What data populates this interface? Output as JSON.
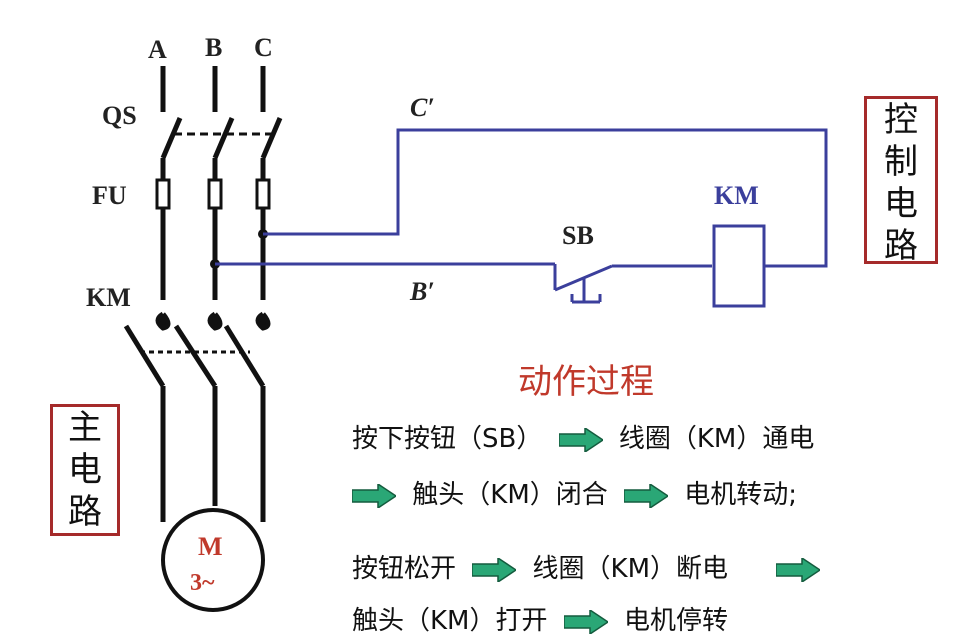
{
  "phases": {
    "a": "A",
    "b": "B",
    "c": "C"
  },
  "labels": {
    "qs": "QS",
    "fu": "FU",
    "km_main": "KM",
    "sb": "SB",
    "km_coil": "KM",
    "c_prime": "C′",
    "b_prime": "B′",
    "motor_m": "M",
    "motor_3": "3~"
  },
  "boxes": {
    "control": [
      "控",
      "制",
      "电",
      "路"
    ],
    "main": [
      "主",
      "电",
      "路"
    ]
  },
  "process": {
    "title": "动作过程",
    "line1": {
      "a": "按下按钮（SB）",
      "b": "线圈（KM）通电"
    },
    "line2": {
      "a": "触头（KM）闭合",
      "b": "电机转动;"
    },
    "line3": {
      "a": "按钮松开",
      "b": "线圈（KM）断电"
    },
    "line4": {
      "a": "触头（KM）打开",
      "b": "电机停转"
    }
  },
  "colors": {
    "wire": "#3b3f9c",
    "box": "#a52a2a",
    "title": "#c0392b",
    "arrow": "#2aa776"
  }
}
